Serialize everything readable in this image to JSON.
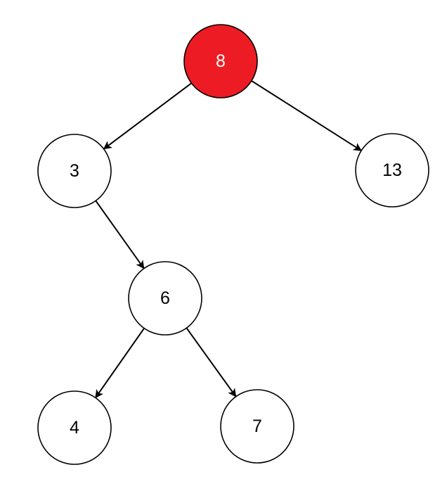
{
  "diagram": {
    "type": "binary-tree",
    "colors": {
      "highlight_fill": "#ed1c24",
      "node_fill": "#ffffff",
      "stroke": "#000000",
      "label": "#000000",
      "highlight_label": "#ffffff"
    },
    "nodes": [
      {
        "id": "n8",
        "label": "8",
        "highlighted": true
      },
      {
        "id": "n3",
        "label": "3",
        "highlighted": false
      },
      {
        "id": "n13",
        "label": "13",
        "highlighted": false
      },
      {
        "id": "n6",
        "label": "6",
        "highlighted": false
      },
      {
        "id": "n4",
        "label": "4",
        "highlighted": false
      },
      {
        "id": "n7",
        "label": "7",
        "highlighted": false
      }
    ],
    "edges": [
      {
        "from": "n8",
        "to": "n3"
      },
      {
        "from": "n8",
        "to": "n13"
      },
      {
        "from": "n3",
        "to": "n6"
      },
      {
        "from": "n6",
        "to": "n4"
      },
      {
        "from": "n6",
        "to": "n7"
      }
    ]
  }
}
